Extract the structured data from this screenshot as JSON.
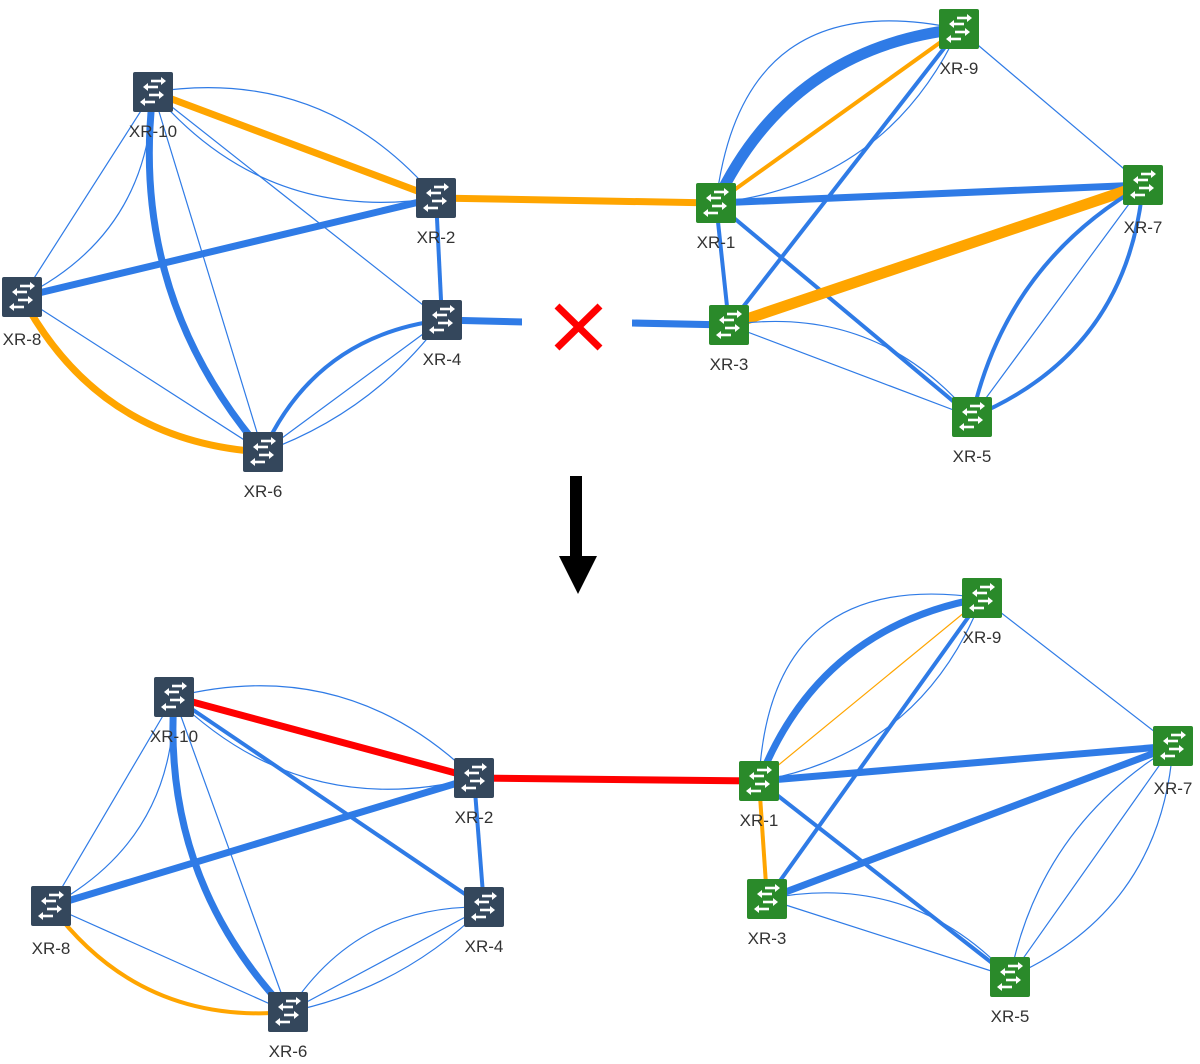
{
  "colors": {
    "link_normal": "#2f7be6",
    "link_warning": "#ffa500",
    "link_critical": "#ff0000",
    "node_domain_a": "#34475c",
    "node_domain_b": "#2a8a2a",
    "icon_arrows": "#ffffff",
    "failure_mark": "#ff0000",
    "transition_arrow": "#000000"
  },
  "transition": {
    "icon": "arrow-down-icon",
    "meaning": "before -> after"
  },
  "failure_marker": {
    "icon": "x-mark-icon",
    "between": [
      "XR-4",
      "XR-3"
    ]
  },
  "panels": [
    {
      "id": "before",
      "nodes": [
        {
          "id": "XR-10",
          "label": "XR-10",
          "domain": "a"
        },
        {
          "id": "XR-2",
          "label": "XR-2",
          "domain": "a"
        },
        {
          "id": "XR-8",
          "label": "XR-8",
          "domain": "a"
        },
        {
          "id": "XR-4",
          "label": "XR-4",
          "domain": "a"
        },
        {
          "id": "XR-6",
          "label": "XR-6",
          "domain": "a"
        },
        {
          "id": "XR-1",
          "label": "XR-1",
          "domain": "b"
        },
        {
          "id": "XR-9",
          "label": "XR-9",
          "domain": "b"
        },
        {
          "id": "XR-7",
          "label": "XR-7",
          "domain": "b"
        },
        {
          "id": "XR-3",
          "label": "XR-3",
          "domain": "b"
        },
        {
          "id": "XR-5",
          "label": "XR-5",
          "domain": "b"
        }
      ],
      "links": [
        {
          "from": "XR-10",
          "to": "XR-2",
          "status": "warning",
          "load": "high"
        },
        {
          "from": "XR-10",
          "to": "XR-2",
          "status": "normal",
          "load": "low",
          "curve": "up"
        },
        {
          "from": "XR-10",
          "to": "XR-2",
          "status": "normal",
          "load": "low",
          "curve": "down"
        },
        {
          "from": "XR-10",
          "to": "XR-8",
          "status": "normal",
          "load": "low",
          "curve": "left"
        },
        {
          "from": "XR-10",
          "to": "XR-8",
          "status": "normal",
          "load": "low"
        },
        {
          "from": "XR-10",
          "to": "XR-6",
          "status": "normal",
          "load": "high",
          "curve": "right"
        },
        {
          "from": "XR-10",
          "to": "XR-6",
          "status": "normal",
          "load": "low"
        },
        {
          "from": "XR-10",
          "to": "XR-4",
          "status": "normal",
          "load": "low"
        },
        {
          "from": "XR-8",
          "to": "XR-2",
          "status": "normal",
          "load": "high"
        },
        {
          "from": "XR-8",
          "to": "XR-6",
          "status": "warning",
          "load": "high",
          "curve": "down"
        },
        {
          "from": "XR-8",
          "to": "XR-6",
          "status": "normal",
          "load": "low"
        },
        {
          "from": "XR-2",
          "to": "XR-4",
          "status": "normal",
          "load": "medium"
        },
        {
          "from": "XR-6",
          "to": "XR-4",
          "status": "normal",
          "load": "medium",
          "curve": "up"
        },
        {
          "from": "XR-6",
          "to": "XR-4",
          "status": "normal",
          "load": "low",
          "curve": "mid"
        },
        {
          "from": "XR-6",
          "to": "XR-4",
          "status": "normal",
          "load": "low"
        },
        {
          "from": "XR-2",
          "to": "XR-1",
          "status": "warning",
          "load": "high"
        },
        {
          "from": "XR-4",
          "to": "XR-3",
          "status": "failed",
          "load": "high"
        },
        {
          "from": "XR-1",
          "to": "XR-9",
          "status": "normal",
          "load": "very-high",
          "curve": "up"
        },
        {
          "from": "XR-1",
          "to": "XR-9",
          "status": "normal",
          "load": "low",
          "curve": "far"
        },
        {
          "from": "XR-1",
          "to": "XR-9",
          "status": "warning",
          "load": "medium"
        },
        {
          "from": "XR-1",
          "to": "XR-9",
          "status": "normal",
          "load": "low",
          "curve": "down"
        },
        {
          "from": "XR-1",
          "to": "XR-7",
          "status": "normal",
          "load": "high"
        },
        {
          "from": "XR-1",
          "to": "XR-3",
          "status": "normal",
          "load": "medium"
        },
        {
          "from": "XR-1",
          "to": "XR-5",
          "status": "normal",
          "load": "medium"
        },
        {
          "from": "XR-3",
          "to": "XR-9",
          "status": "normal",
          "load": "medium"
        },
        {
          "from": "XR-3",
          "to": "XR-7",
          "status": "warning",
          "load": "very-high"
        },
        {
          "from": "XR-3",
          "to": "XR-5",
          "status": "normal",
          "load": "low",
          "curve": "up"
        },
        {
          "from": "XR-3",
          "to": "XR-5",
          "status": "normal",
          "load": "low"
        },
        {
          "from": "XR-9",
          "to": "XR-7",
          "status": "normal",
          "load": "low"
        },
        {
          "from": "XR-7",
          "to": "XR-5",
          "status": "normal",
          "load": "medium",
          "curve": "left"
        },
        {
          "from": "XR-7",
          "to": "XR-5",
          "status": "normal",
          "load": "low"
        },
        {
          "from": "XR-7",
          "to": "XR-5",
          "status": "normal",
          "load": "medium",
          "curve": "right"
        }
      ]
    },
    {
      "id": "after",
      "nodes": [
        {
          "id": "XR-10",
          "label": "XR-10",
          "domain": "a"
        },
        {
          "id": "XR-2",
          "label": "XR-2",
          "domain": "a"
        },
        {
          "id": "XR-8",
          "label": "XR-8",
          "domain": "a"
        },
        {
          "id": "XR-4",
          "label": "XR-4",
          "domain": "a"
        },
        {
          "id": "XR-6",
          "label": "XR-6",
          "domain": "a"
        },
        {
          "id": "XR-1",
          "label": "XR-1",
          "domain": "b"
        },
        {
          "id": "XR-9",
          "label": "XR-9",
          "domain": "b"
        },
        {
          "id": "XR-7",
          "label": "XR-7",
          "domain": "b"
        },
        {
          "id": "XR-3",
          "label": "XR-3",
          "domain": "b"
        },
        {
          "id": "XR-5",
          "label": "XR-5",
          "domain": "b"
        }
      ],
      "links": [
        {
          "from": "XR-10",
          "to": "XR-2",
          "status": "critical",
          "load": "high"
        },
        {
          "from": "XR-10",
          "to": "XR-2",
          "status": "normal",
          "load": "low",
          "curve": "up"
        },
        {
          "from": "XR-10",
          "to": "XR-2",
          "status": "normal",
          "load": "low",
          "curve": "down"
        },
        {
          "from": "XR-10",
          "to": "XR-8",
          "status": "normal",
          "load": "low",
          "curve": "left"
        },
        {
          "from": "XR-10",
          "to": "XR-8",
          "status": "normal",
          "load": "low"
        },
        {
          "from": "XR-10",
          "to": "XR-6",
          "status": "normal",
          "load": "high",
          "curve": "right"
        },
        {
          "from": "XR-10",
          "to": "XR-6",
          "status": "normal",
          "load": "low"
        },
        {
          "from": "XR-10",
          "to": "XR-4",
          "status": "normal",
          "load": "medium"
        },
        {
          "from": "XR-8",
          "to": "XR-2",
          "status": "normal",
          "load": "high"
        },
        {
          "from": "XR-8",
          "to": "XR-6",
          "status": "warning",
          "load": "medium",
          "curve": "down"
        },
        {
          "from": "XR-8",
          "to": "XR-6",
          "status": "normal",
          "load": "low"
        },
        {
          "from": "XR-2",
          "to": "XR-4",
          "status": "normal",
          "load": "medium"
        },
        {
          "from": "XR-6",
          "to": "XR-4",
          "status": "normal",
          "load": "low",
          "curve": "up"
        },
        {
          "from": "XR-6",
          "to": "XR-4",
          "status": "normal",
          "load": "low",
          "curve": "mid"
        },
        {
          "from": "XR-6",
          "to": "XR-4",
          "status": "normal",
          "load": "low"
        },
        {
          "from": "XR-2",
          "to": "XR-1",
          "status": "critical",
          "load": "high"
        },
        {
          "from": "XR-1",
          "to": "XR-9",
          "status": "normal",
          "load": "high",
          "curve": "up"
        },
        {
          "from": "XR-1",
          "to": "XR-9",
          "status": "normal",
          "load": "low",
          "curve": "far"
        },
        {
          "from": "XR-1",
          "to": "XR-9",
          "status": "warning",
          "load": "low"
        },
        {
          "from": "XR-1",
          "to": "XR-9",
          "status": "normal",
          "load": "low",
          "curve": "down"
        },
        {
          "from": "XR-1",
          "to": "XR-7",
          "status": "normal",
          "load": "high"
        },
        {
          "from": "XR-1",
          "to": "XR-3",
          "status": "warning",
          "load": "medium"
        },
        {
          "from": "XR-1",
          "to": "XR-5",
          "status": "normal",
          "load": "medium"
        },
        {
          "from": "XR-3",
          "to": "XR-9",
          "status": "normal",
          "load": "medium"
        },
        {
          "from": "XR-3",
          "to": "XR-7",
          "status": "normal",
          "load": "high"
        },
        {
          "from": "XR-3",
          "to": "XR-5",
          "status": "normal",
          "load": "low",
          "curve": "up"
        },
        {
          "from": "XR-3",
          "to": "XR-5",
          "status": "normal",
          "load": "low"
        },
        {
          "from": "XR-9",
          "to": "XR-7",
          "status": "normal",
          "load": "low"
        },
        {
          "from": "XR-7",
          "to": "XR-5",
          "status": "normal",
          "load": "low",
          "curve": "left"
        },
        {
          "from": "XR-7",
          "to": "XR-5",
          "status": "normal",
          "load": "low"
        },
        {
          "from": "XR-7",
          "to": "XR-5",
          "status": "normal",
          "load": "low",
          "curve": "right"
        }
      ]
    }
  ]
}
